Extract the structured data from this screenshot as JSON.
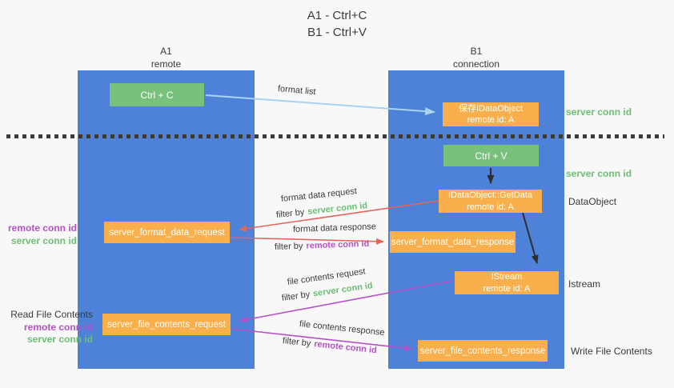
{
  "title": {
    "line1": "A1 - Ctrl+C",
    "line2": "B1 - Ctrl+V"
  },
  "columns": {
    "left": {
      "id": "A1",
      "name": "remote"
    },
    "right": {
      "id": "B1",
      "name": "connection"
    }
  },
  "boxes": {
    "ctrl_c": "Ctrl + C",
    "ctrl_v": "Ctrl + V",
    "save_idataobject": {
      "line1": "保存IDataObject",
      "line2": "remote id: A"
    },
    "getdata": {
      "line1": "IDataObject::GetData",
      "line2": "remote id: A"
    },
    "istream": {
      "line1": "IStream",
      "line2": "remote id: A"
    },
    "server_format_data_request": "server_format_data_request",
    "server_format_data_response": "server_format_data_response",
    "server_file_contents_request": "server_file_contents_request",
    "server_file_contents_response": "server_file_contents_response"
  },
  "arrow_labels": {
    "format_list": "format list",
    "format_data_request": "format data request",
    "format_data_response": "format data response",
    "file_contents_request": "file contents request",
    "file_contents_response": "file contents response",
    "filter_by": "filter by",
    "server_conn_id": "server conn id",
    "remote_conn_id": "remote conn id"
  },
  "side_labels": {
    "server_conn_id_top": "server conn id",
    "server_conn_id_mid": "server conn id",
    "dataobject": "DataObject",
    "istream": "Istream",
    "write_file_contents": "Write File Contents",
    "read_file_contents": "Read File Contents",
    "remote_conn_id": "remote conn id",
    "server_conn_id": "server conn id"
  },
  "colors": {
    "lifeline_blue": "#4e82d8",
    "action_green": "#77c17d",
    "object_orange": "#f9b04c",
    "request_red": "#e8635a",
    "purple": "#b551c8",
    "green_text": "#6cbf74",
    "format_list_arrow_blue": "#a9d3f2",
    "text_dark": "#3a3a3a"
  }
}
